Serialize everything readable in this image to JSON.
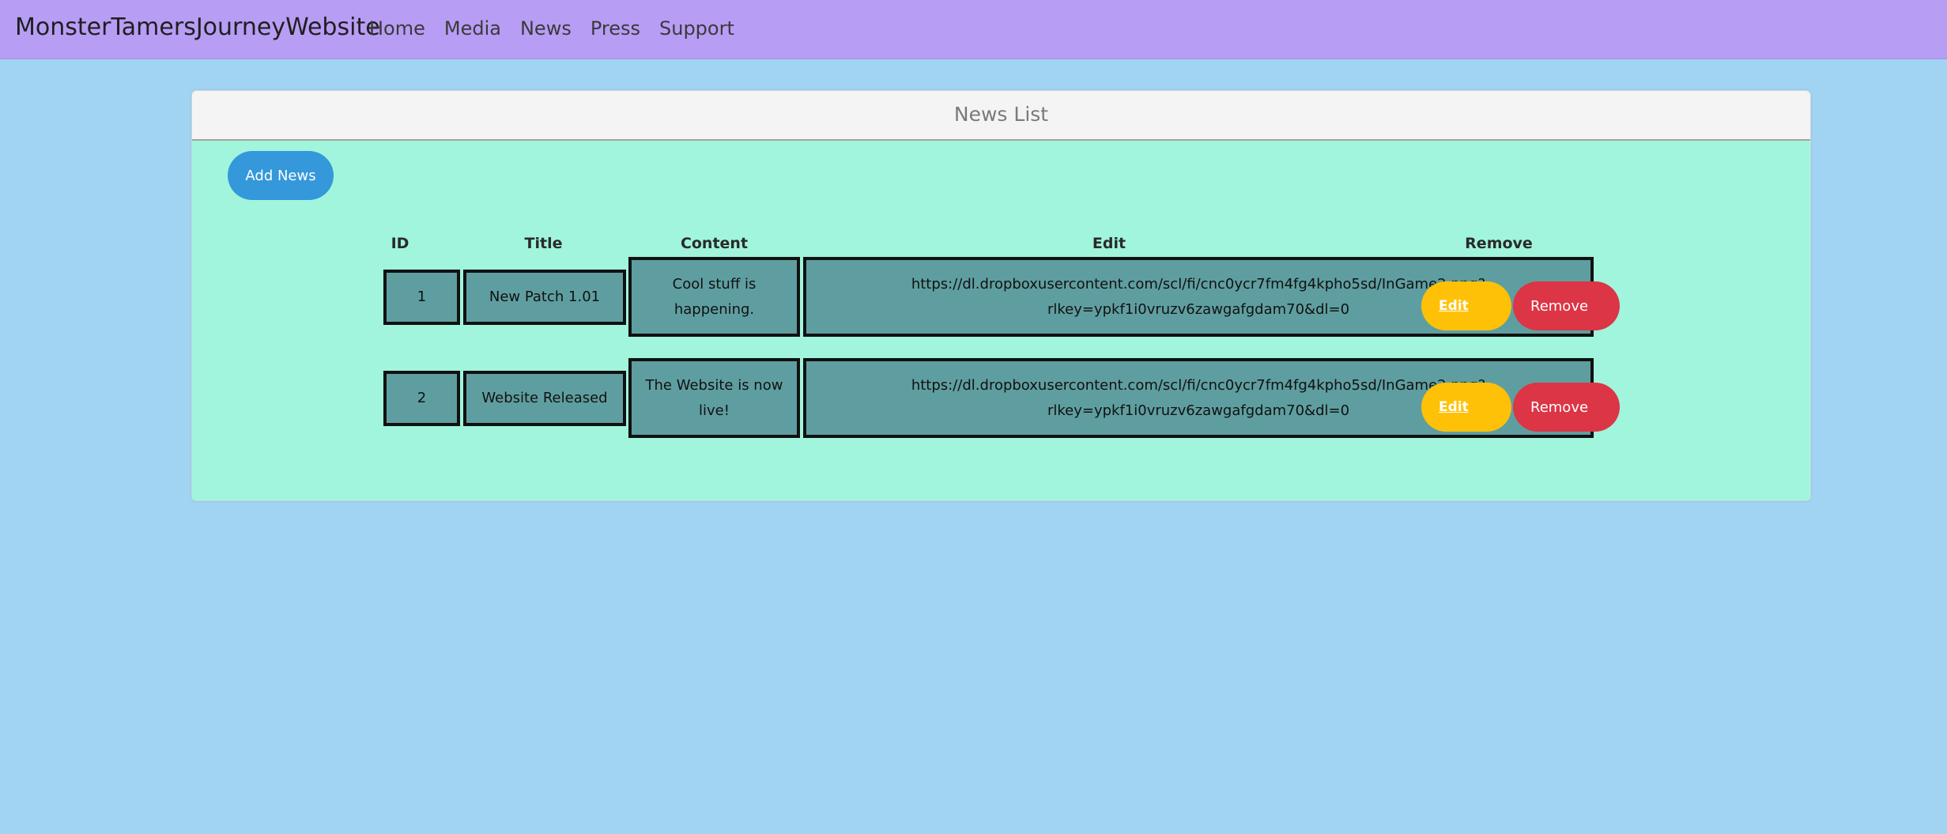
{
  "navbar": {
    "brand": "MonsterTamersJourneyWebsite",
    "links": [
      "Home",
      "Media",
      "News",
      "Press",
      "Support"
    ]
  },
  "card": {
    "title": "News List",
    "add_button": "Add News"
  },
  "table": {
    "headers": [
      "ID",
      "Title",
      "Content",
      "Edit",
      "Remove"
    ],
    "rows": [
      {
        "id": "1",
        "title": "New Patch 1.01",
        "content": "Cool stuff is happening.",
        "url": "https://dl.dropboxusercontent.com/scl/fi/cnc0ycr7fm4fg4kpho5sd/InGame2.png?rlkey=ypkf1i0vruzv6zawgafgdam70&dl=0",
        "edit_label": "Edit",
        "remove_label": "Remove"
      },
      {
        "id": "2",
        "title": "Website Released",
        "content": "The Website is now live!",
        "url": "https://dl.dropboxusercontent.com/scl/fi/cnc0ycr7fm4fg4kpho5sd/InGame2.png?rlkey=ypkf1i0vruzv6zawgafgdam70&dl=0",
        "edit_label": "Edit",
        "remove_label": "Remove"
      }
    ]
  },
  "colors": {
    "navbar": "#b89df5",
    "background": "#a0d4f2",
    "card_body": "#a0f5dc",
    "cell": "#5f9ea0",
    "add_button": "#3498db",
    "edit_button": "#ffc107",
    "remove_button": "#dc3545"
  }
}
